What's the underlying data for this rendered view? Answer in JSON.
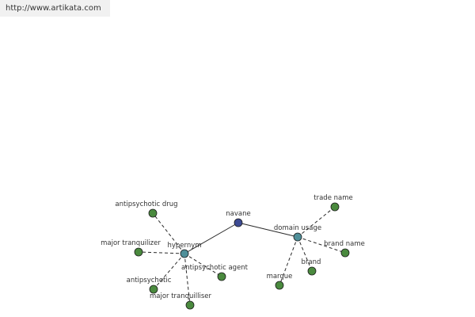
{
  "banner": {
    "url_text": "http://www.artikata.com"
  },
  "colors": {
    "root": "#3d4b93",
    "relation": "#4f8f99",
    "leaf": "#4a8a3e",
    "edge": "#2a2a2a"
  },
  "graph": {
    "nodes": [
      {
        "id": "navane",
        "label": "navane",
        "kind": "root"
      },
      {
        "id": "hypernym",
        "label": "hypernym",
        "kind": "relation"
      },
      {
        "id": "domain-usage",
        "label": "domain usage",
        "kind": "relation"
      },
      {
        "id": "antipsychotic-drug",
        "label": "antipsychotic drug",
        "kind": "leaf"
      },
      {
        "id": "major-tranquilizer",
        "label": "major tranquilizer",
        "kind": "leaf"
      },
      {
        "id": "antipsychotic",
        "label": "antipsychotic",
        "kind": "leaf"
      },
      {
        "id": "major-tranquilliser",
        "label": "major tranquilliser",
        "kind": "leaf"
      },
      {
        "id": "antipsychotic-agent",
        "label": "antipsychotic agent",
        "kind": "leaf"
      },
      {
        "id": "trade-name",
        "label": "trade name",
        "kind": "leaf"
      },
      {
        "id": "brand-name",
        "label": "brand name",
        "kind": "leaf"
      },
      {
        "id": "brand",
        "label": "brand",
        "kind": "leaf"
      },
      {
        "id": "marque",
        "label": "marque",
        "kind": "leaf"
      }
    ],
    "edges": [
      {
        "from": "navane",
        "to": "hypernym",
        "style": "solid"
      },
      {
        "from": "navane",
        "to": "domain-usage",
        "style": "solid"
      },
      {
        "from": "hypernym",
        "to": "antipsychotic-drug",
        "style": "dashed"
      },
      {
        "from": "hypernym",
        "to": "major-tranquilizer",
        "style": "dashed"
      },
      {
        "from": "hypernym",
        "to": "antipsychotic",
        "style": "dashed"
      },
      {
        "from": "hypernym",
        "to": "major-tranquilliser",
        "style": "dashed"
      },
      {
        "from": "hypernym",
        "to": "antipsychotic-agent",
        "style": "dashed"
      },
      {
        "from": "domain-usage",
        "to": "trade-name",
        "style": "dashed"
      },
      {
        "from": "domain-usage",
        "to": "brand-name",
        "style": "dashed"
      },
      {
        "from": "domain-usage",
        "to": "brand",
        "style": "dashed"
      },
      {
        "from": "domain-usage",
        "to": "marque",
        "style": "dashed"
      }
    ]
  }
}
